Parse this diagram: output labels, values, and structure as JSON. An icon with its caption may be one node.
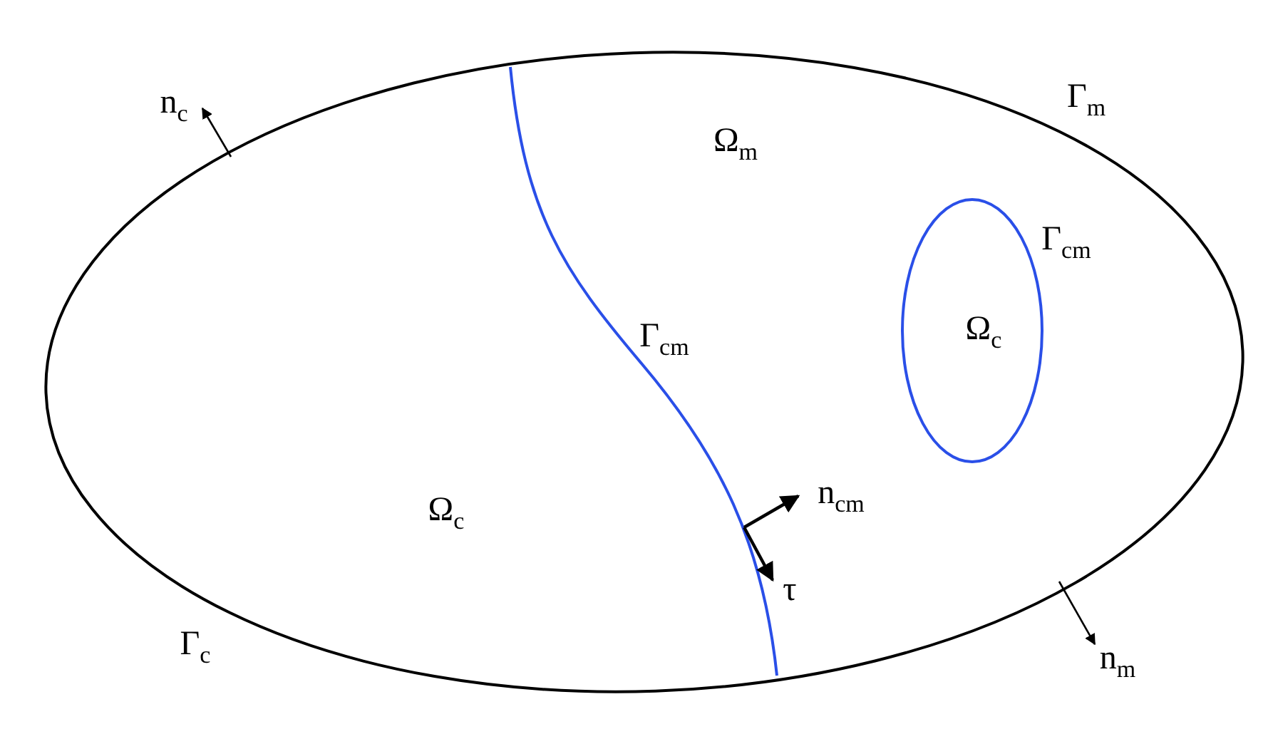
{
  "diagram": {
    "labels": [
      "Γ$_{m}$",
      "n$_{c}$",
      "Ω$_{m}$",
      "Γ$_{cm}$",
      "Ω$_{c}$",
      "Γ$_{cm}$",
      "n$_{cm}$",
      "Ω$_{c}$",
      "τ",
      "Γ$_{c}$",
      "n$_{m}$"
    ]
  }
}
